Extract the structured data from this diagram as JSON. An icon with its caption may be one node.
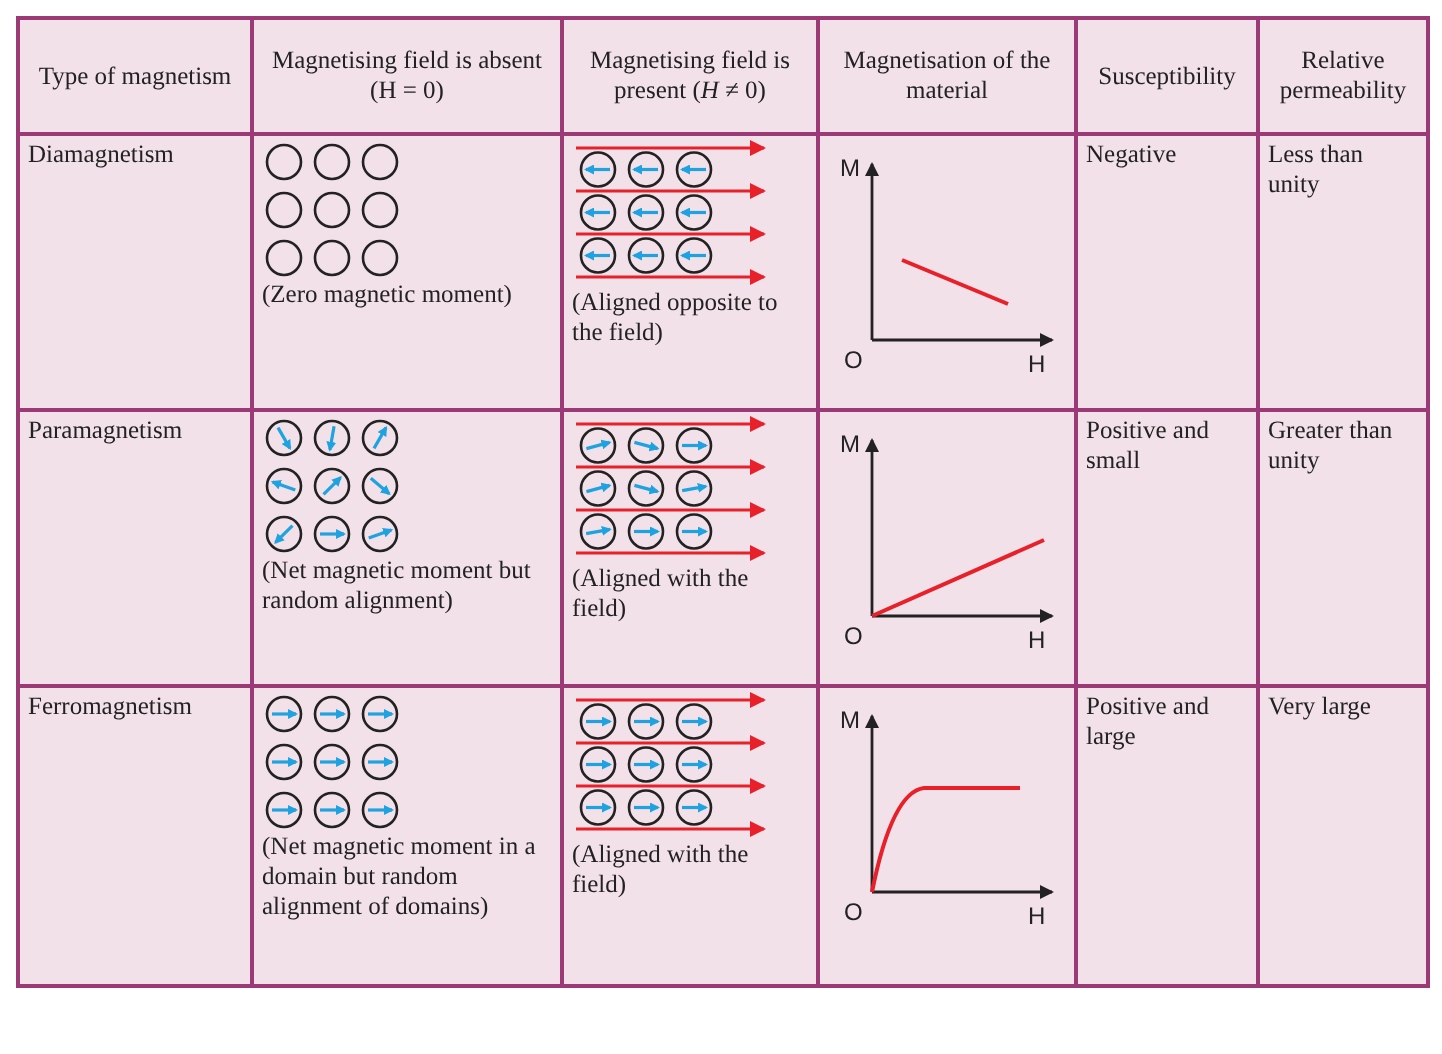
{
  "diagram": {
    "labels": [
      "Type of magnetism",
      "Magnetising field is absent (H = 0)",
      "Magnetising field is present (*H* ≠ 0)",
      "Magnetisation of the material",
      "Susceptibility",
      "Relative permeability",
      "Diamagnetism",
      "(Zero magnetic moment)",
      "(Aligned opposite to the field)",
      "M",
      "O",
      "H",
      "Negative",
      "Less than unity",
      "Paramagnetism",
      "(Net magnetic moment but random alignment)",
      "(Aligned with the field)",
      "M",
      "O",
      "H",
      "Positive and small",
      "Greater than unity",
      "Ferromagnetism",
      "(Net magnetic moment in a domain but random alignment of domains)",
      "(Aligned with the field)",
      "M",
      "O",
      "H",
      "Positive and large",
      "Very large"
    ]
  }
}
